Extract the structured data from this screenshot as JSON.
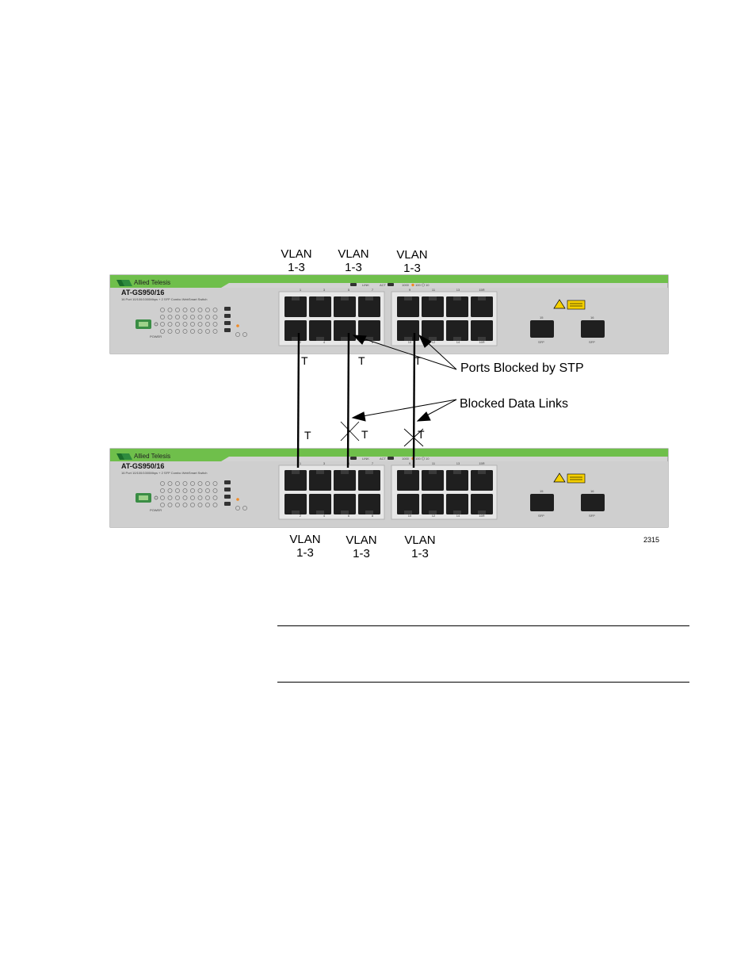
{
  "figure": {
    "top_vlans": [
      "VLAN\n1-3",
      "VLAN\n1-3",
      "VLAN\n1-3"
    ],
    "bottom_vlans": [
      "VLAN\n1-3",
      "VLAN\n1-3",
      "VLAN\n1-3"
    ],
    "callouts": {
      "ports_blocked": "Ports Blocked by STP",
      "blocked_links": "Blocked Data Links"
    },
    "link_tag": "T",
    "figure_number": "2315",
    "switch": {
      "brand": "Allied Telesis",
      "model": "AT-GS950/16",
      "description": "16 Port 10/100/1000Mbps + 2 SFP Combo WebSmart Switch",
      "sfp_label": "SFP",
      "power_label": "POWER",
      "sfp_ports": [
        "15",
        "16"
      ],
      "port_numbers_top": [
        "1",
        "3",
        "5",
        "7",
        "9",
        "11",
        "13",
        "15R"
      ],
      "port_numbers_bottom": [
        "2",
        "4",
        "6",
        "8",
        "10",
        "12",
        "14",
        "16R"
      ],
      "led_header": [
        "LINK",
        "ACT",
        "1000",
        "100",
        "10"
      ]
    },
    "colors": {
      "chassis": "#d3d3d3",
      "accent": "#6fbf4b",
      "port": "#1f1f1f"
    }
  }
}
